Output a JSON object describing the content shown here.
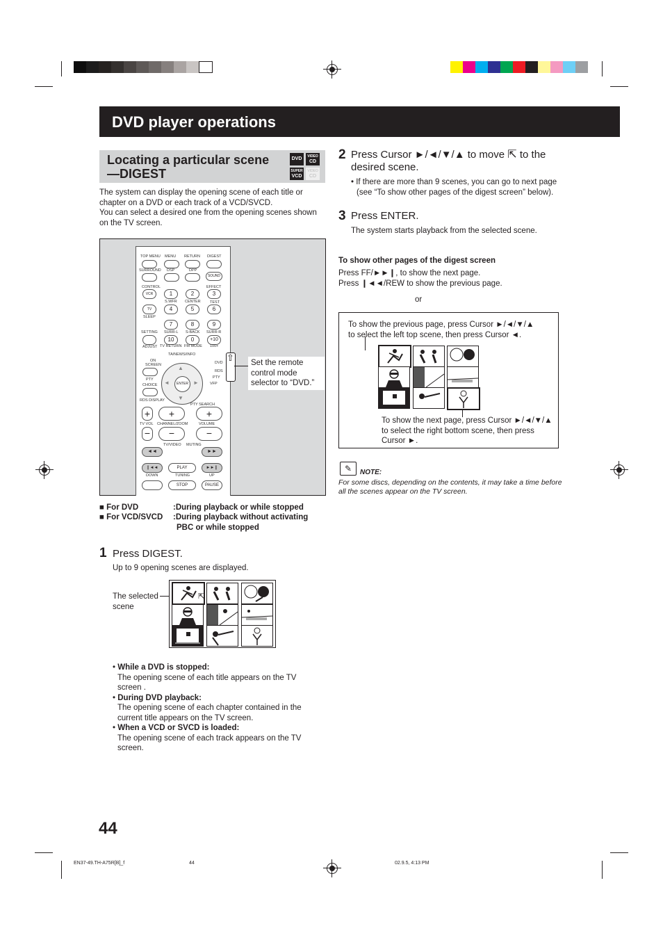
{
  "header": {
    "title": "DVD player operations"
  },
  "section": {
    "title_line1": "Locating a particular scene",
    "title_line2": "—DIGEST",
    "badges": {
      "dvd": "DVD",
      "video_cd_top": "VIDEO",
      "video_cd_bottom": "CD",
      "svcd_top": "SUPER",
      "svcd_bottom": "VCD",
      "vcd2_top": "VIDEO",
      "vcd2_bottom": "CD"
    }
  },
  "intro": {
    "p1_l1": "The system can display the opening scene of each title or",
    "p1_l2": "chapter on a DVD or each track of a VCD/SVCD.",
    "p2_l1": "You can select a desired one from the opening scenes shown",
    "p2_l2": "on the TV screen."
  },
  "remote": {
    "callout_l1": "Set the remote",
    "callout_l2": "control mode",
    "callout_l3": "selector to “DVD.”",
    "labels": {
      "top_menu": "TOP MENU",
      "menu": "MENU",
      "return": "RETURN",
      "digest": "DIGEST",
      "surround": "SURROUND",
      "dsp": "DSP",
      "dpp": "DPP",
      "sound": "SOUND",
      "control": "CONTROL",
      "effect": "EFFECT",
      "vcr": "VCR",
      "tv": "TV",
      "swfr": "S.WFR",
      "center": "CENTER",
      "test": "TEST",
      "sleep": "SLEEP",
      "setting": "SETTING",
      "surr_l": "SURR-L",
      "s_back": "S-BACK",
      "surr_r": "SURR-R",
      "adjust": "ADJUST",
      "tv_return": "TV RETURN",
      "fm_mode": "FM MODE",
      "hundred": "100+",
      "ta_news": "TA/NEWS/INFO",
      "on_screen_1": "ON",
      "on_screen_2": "SCREEN",
      "choice": "CHOICE",
      "rds_display": "RDS DISPLAY",
      "pty_search": "PTY SEARCH",
      "enter": "ENTER",
      "tv_vol": "TV VOL",
      "channel_zoom": "CHANNEL/ZOOM",
      "volume": "VOLUME",
      "tv_video": "TV/VIDEO",
      "muting": "MUTING",
      "play": "PLAY",
      "down": "DOWN",
      "tuning": "TUNING",
      "up": "UP",
      "stop": "STOP",
      "pause": "PAUSE",
      "dvd": "DVD",
      "rds": "RDS",
      "pty": "PTY",
      "vfp": "VFP",
      "n1": "1",
      "n2": "2",
      "n3": "3",
      "n4": "4",
      "n5": "5",
      "n6": "6",
      "n7": "7",
      "n8": "8",
      "n9": "9",
      "n10": "10",
      "n0": "0",
      "n_plus10": "+10"
    }
  },
  "availability": {
    "dvd_label": "■ For DVD",
    "dvd_value": ":During playback or while stopped",
    "vcd_label": "■ For VCD/SVCD",
    "vcd_value_l1": ":During playback without activating",
    "vcd_value_l2": "PBC or while stopped"
  },
  "step1": {
    "number": "1",
    "title": "Press DIGEST.",
    "desc": "Up to 9 opening scenes are displayed.",
    "selected_l1": "The selected",
    "selected_l2": "scene"
  },
  "bullets": [
    {
      "head": "While a DVD is stopped:",
      "l1": "The opening scene of each title appears on the TV",
      "l2": "screen ."
    },
    {
      "head": "During DVD playback:",
      "l1": "The opening scene of each chapter contained in the",
      "l2": "current title appears on the TV screen."
    },
    {
      "head": "When a VCD or SVCD is loaded:",
      "l1": "The opening scene of each track appears on the TV",
      "l2": "screen."
    }
  ],
  "step2": {
    "number": "2",
    "title_l1": "Press Cursor ►/◄/▼/▲ to move",
    "title_l1b": "to the",
    "title_l2": "desired scene.",
    "note_l1": "• If there are more than 9 scenes, you can go to next page",
    "note_l2": "(see “To show other pages of the digest screen” below)."
  },
  "step3": {
    "number": "3",
    "title": "Press ENTER.",
    "desc": "The system starts playback from the selected scene."
  },
  "other_pages": {
    "heading": "To show other pages of the digest screen",
    "l1": "Press FF/►►❙, to show the next page.",
    "l2": "Press ❙◄◄/REW  to show the previous page.",
    "or": "or",
    "prev_l1": "To show the previous page, press Cursor ►/◄/▼/▲",
    "prev_l2": "to select the left top scene, then press Cursor ◄.",
    "next_l1": "To show the next page, press Cursor ►/◄/▼/▲",
    "next_l2": "to select the right bottom scene, then press",
    "next_l3": "Cursor ►."
  },
  "note": {
    "label": "NOTE:",
    "l1": "For some discs, depending on the contents, it may take a time before",
    "l2": "all the scenes appear on the TV screen."
  },
  "page_number": "44",
  "footer": {
    "file": "EN37-49.TH-A75R[B]_f",
    "page": "44",
    "date": "02.9.5, 4:13 PM"
  },
  "colors": {
    "header_bg": "#231f20",
    "section_bg": "#d2d3d4",
    "remote_bg": "#d9dadb"
  }
}
